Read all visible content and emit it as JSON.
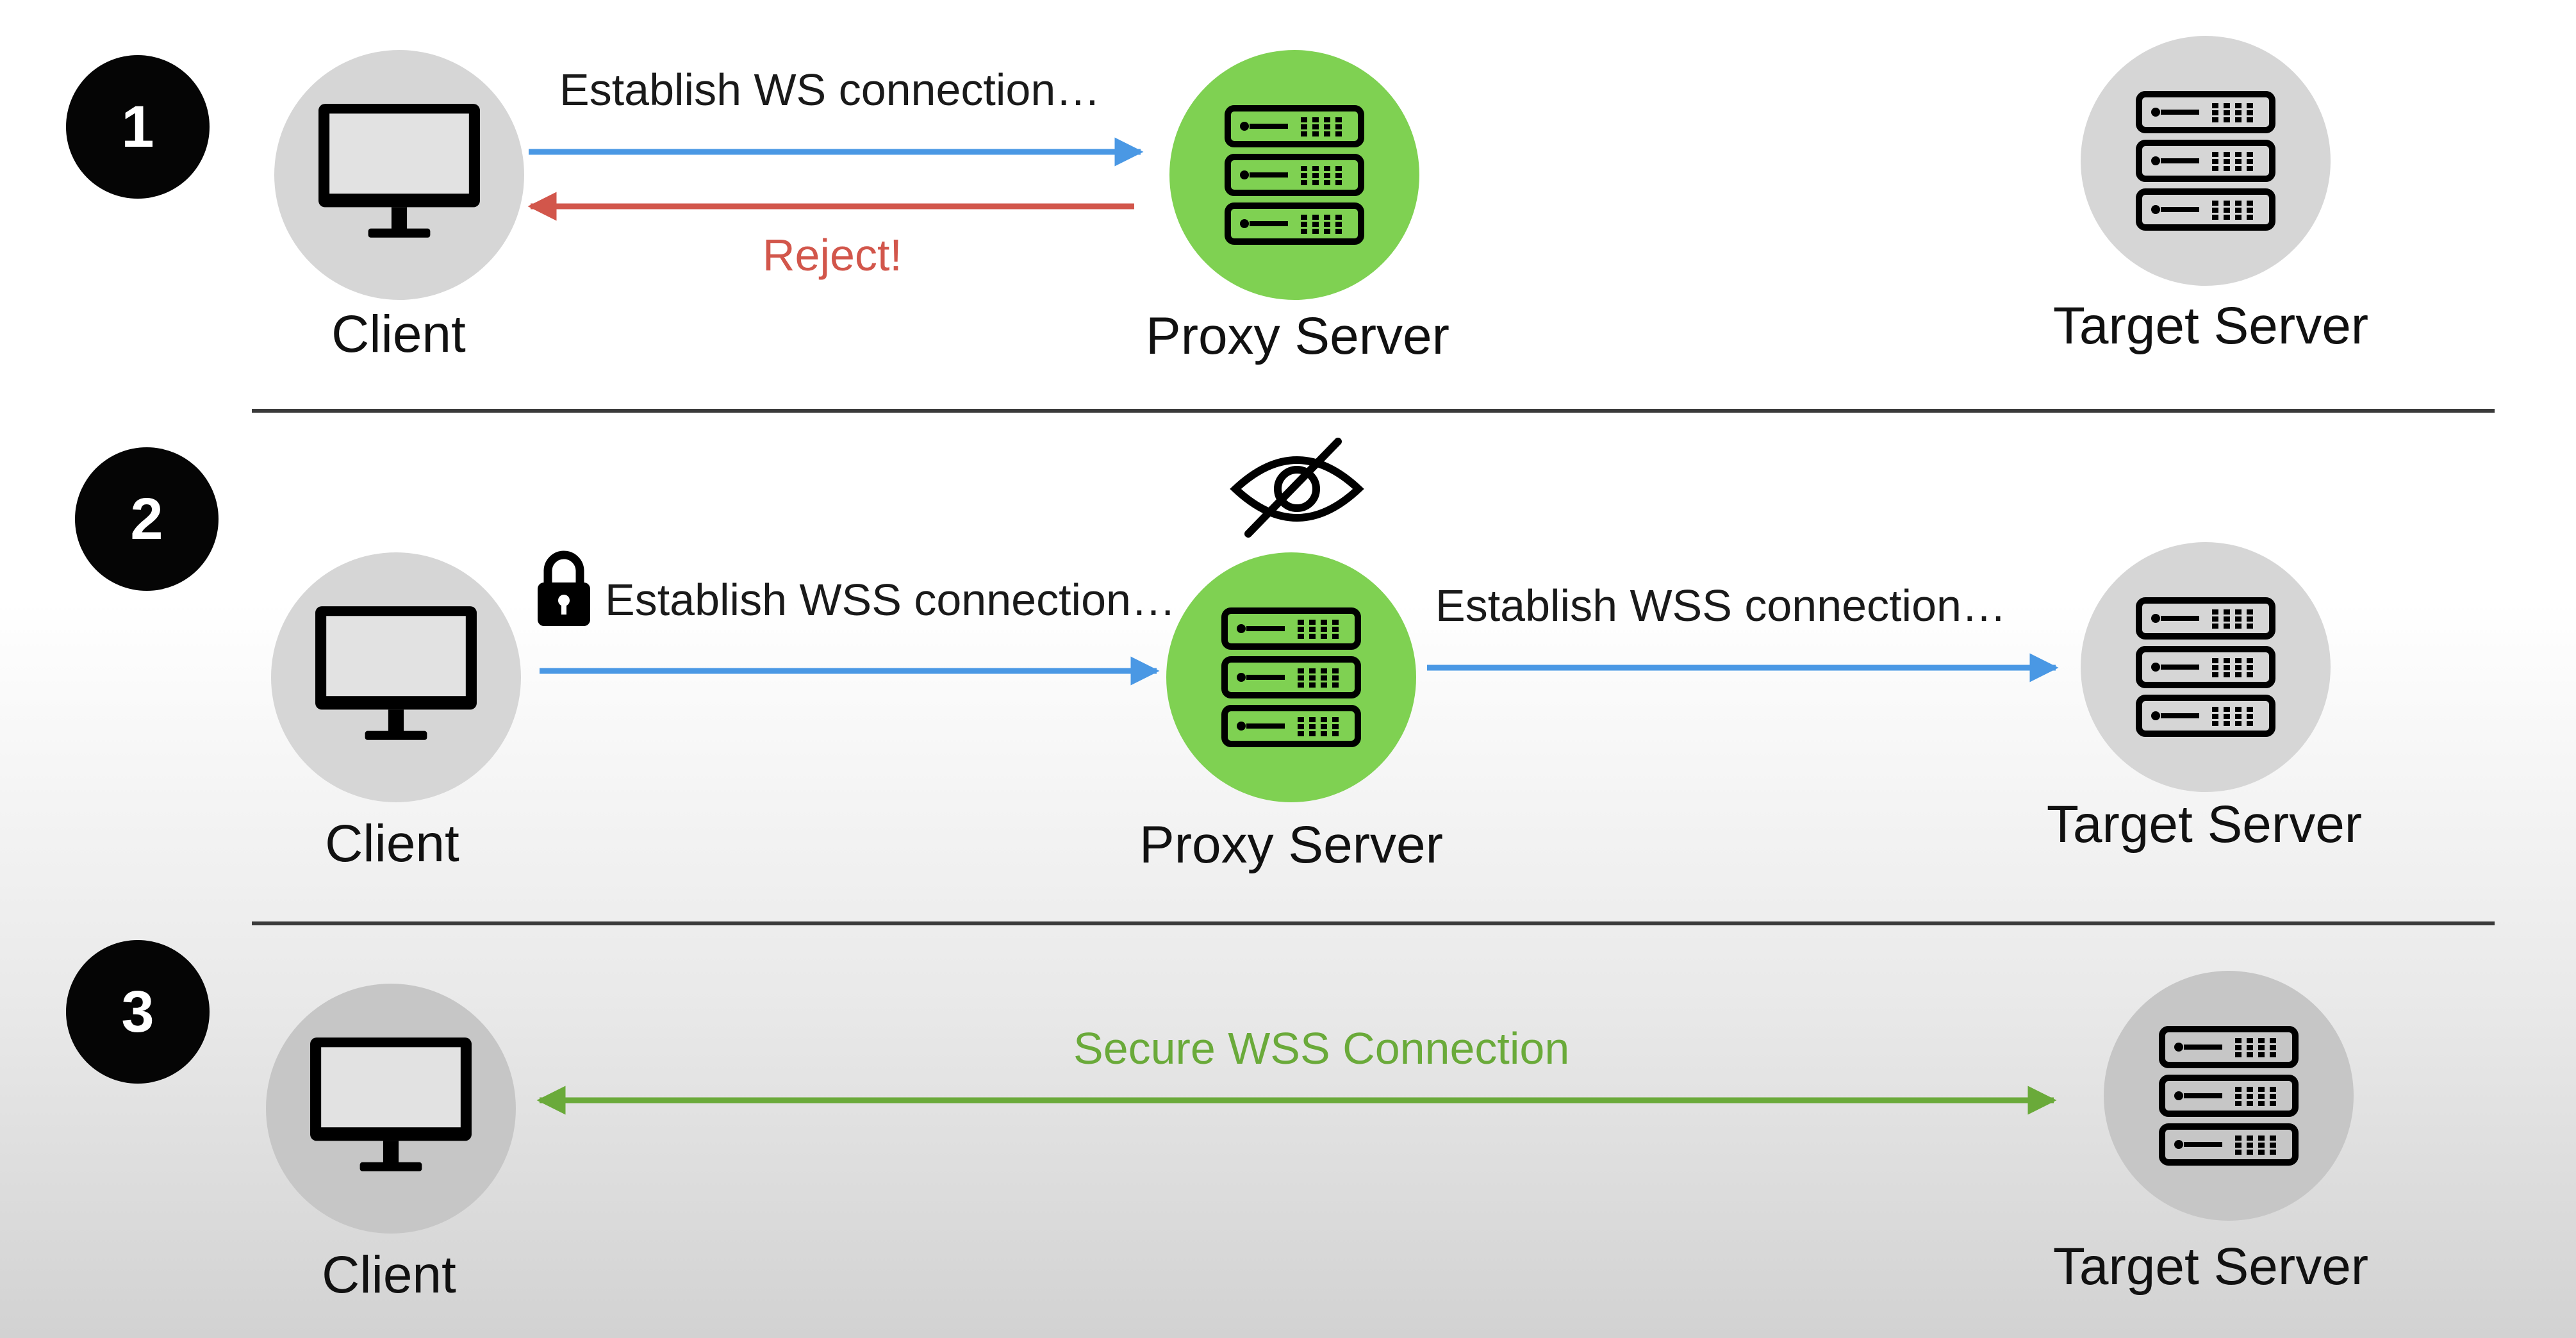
{
  "steps": [
    {
      "number": "1",
      "client_label": "Client",
      "proxy_label": "Proxy Server",
      "target_label": "Target Server",
      "request_label": "Establish WS connection…",
      "response_label": "Reject!"
    },
    {
      "number": "2",
      "client_label": "Client",
      "proxy_label": "Proxy Server",
      "target_label": "Target Server",
      "request_label": "Establish WSS connection…",
      "forward_label": "Establish WSS connection…"
    },
    {
      "number": "3",
      "client_label": "Client",
      "target_label": "Target Server",
      "connection_label": "Secure WSS Connection"
    }
  ],
  "icons": {
    "client": "monitor-icon",
    "server": "server-rack-icon",
    "lock": "lock-icon",
    "hidden": "eye-slash-icon"
  },
  "colors": {
    "request": "#4a98e4",
    "reject": "#d2564b",
    "secure": "#6aaa3a",
    "proxy": "#7fd152",
    "node": "#d6d6d6",
    "badge": "#050505"
  }
}
